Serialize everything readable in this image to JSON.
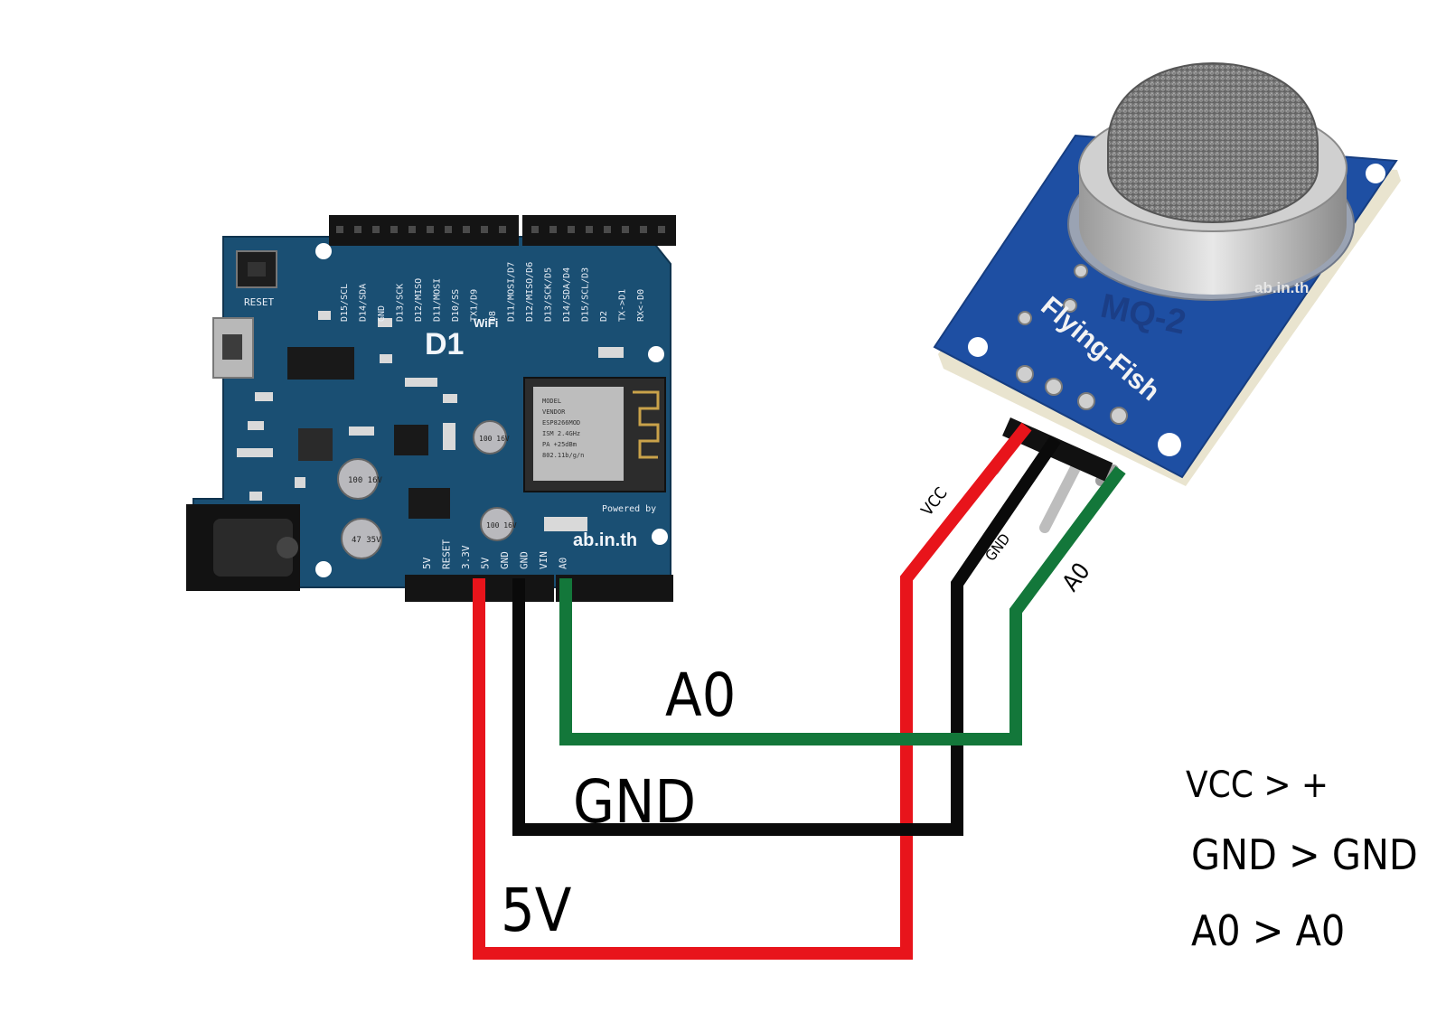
{
  "board": {
    "name": "D1",
    "wifi_label": "WiFi",
    "reset_label": "RESET",
    "brand": "ab.in.th",
    "powered_by": "Powered by",
    "top_pins": [
      "D15/SCL",
      "D14/SDA",
      "GND",
      "D13/SCK",
      "D12/MISO",
      "D11/MOSI",
      "D10/SS",
      "TX1/D9",
      "D8",
      "D11/MOSI/D7",
      "D12/MISO/D6",
      "D13/SCK/D5",
      "D14/SDA/D4",
      "D15/SCL/D3",
      "D2",
      "TX->D1",
      "RX<-D0"
    ],
    "bottom_pins": [
      "5V",
      "RESET",
      "3.3V",
      "5V",
      "GND",
      "GND",
      "VIN",
      "A0"
    ],
    "chip_text": [
      "MODEL",
      "VENDOR",
      "ESP8266MOD",
      "ISM 2.4GHz",
      "PA +25dBm",
      "802.11b/g/n"
    ],
    "cap_labels": [
      "100 16V",
      "47 35V",
      "100 16V",
      "100 16V"
    ]
  },
  "sensor": {
    "model": "MQ-2",
    "maker": "Flying-Fish",
    "brand": "ab.in.th"
  },
  "wires": {
    "a0_label": "A0",
    "gnd_label": "GND",
    "v5_label": "5V",
    "vcc_small": "VCC",
    "gnd_small": "GND",
    "a0_small": "A0",
    "colors": {
      "power": "#e8141b",
      "ground": "#0a0a0a",
      "signal": "#13773a"
    }
  },
  "legend": [
    {
      "from": "VCC",
      "to": "+"
    },
    {
      "from": "GND",
      "to": "GND"
    },
    {
      "from": "A0",
      "to": "A0"
    }
  ]
}
